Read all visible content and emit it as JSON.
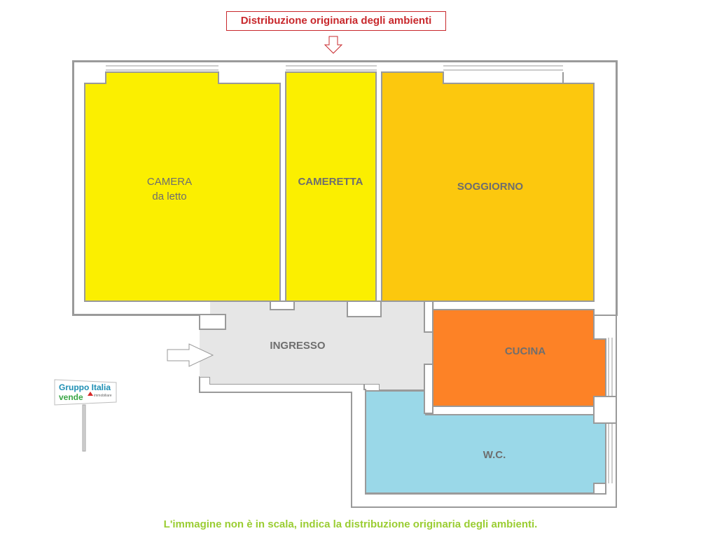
{
  "header": {
    "title": "Distribuzione originaria degli ambienti"
  },
  "rooms": {
    "camera": {
      "line1": "CAMERA",
      "line2": "da letto",
      "color": "#fbef00"
    },
    "cameretta": {
      "label": "CAMERETTA",
      "color": "#fbef00"
    },
    "soggiorno": {
      "label": "SOGGIORNO",
      "color": "#fcc80e"
    },
    "ingresso": {
      "label": "INGRESSO",
      "color": "#e6e6e6"
    },
    "cucina": {
      "label": "CUCINA",
      "color": "#fd8226"
    },
    "wc": {
      "label": "W.C.",
      "color": "#9ad8e8"
    }
  },
  "logo": {
    "line1": "Gruppo Italia",
    "line2": "vende",
    "tagline": "immobiliare"
  },
  "footer": {
    "caption": "L'immagine non è in scala, indica la distribuzione originaria degli ambienti."
  }
}
